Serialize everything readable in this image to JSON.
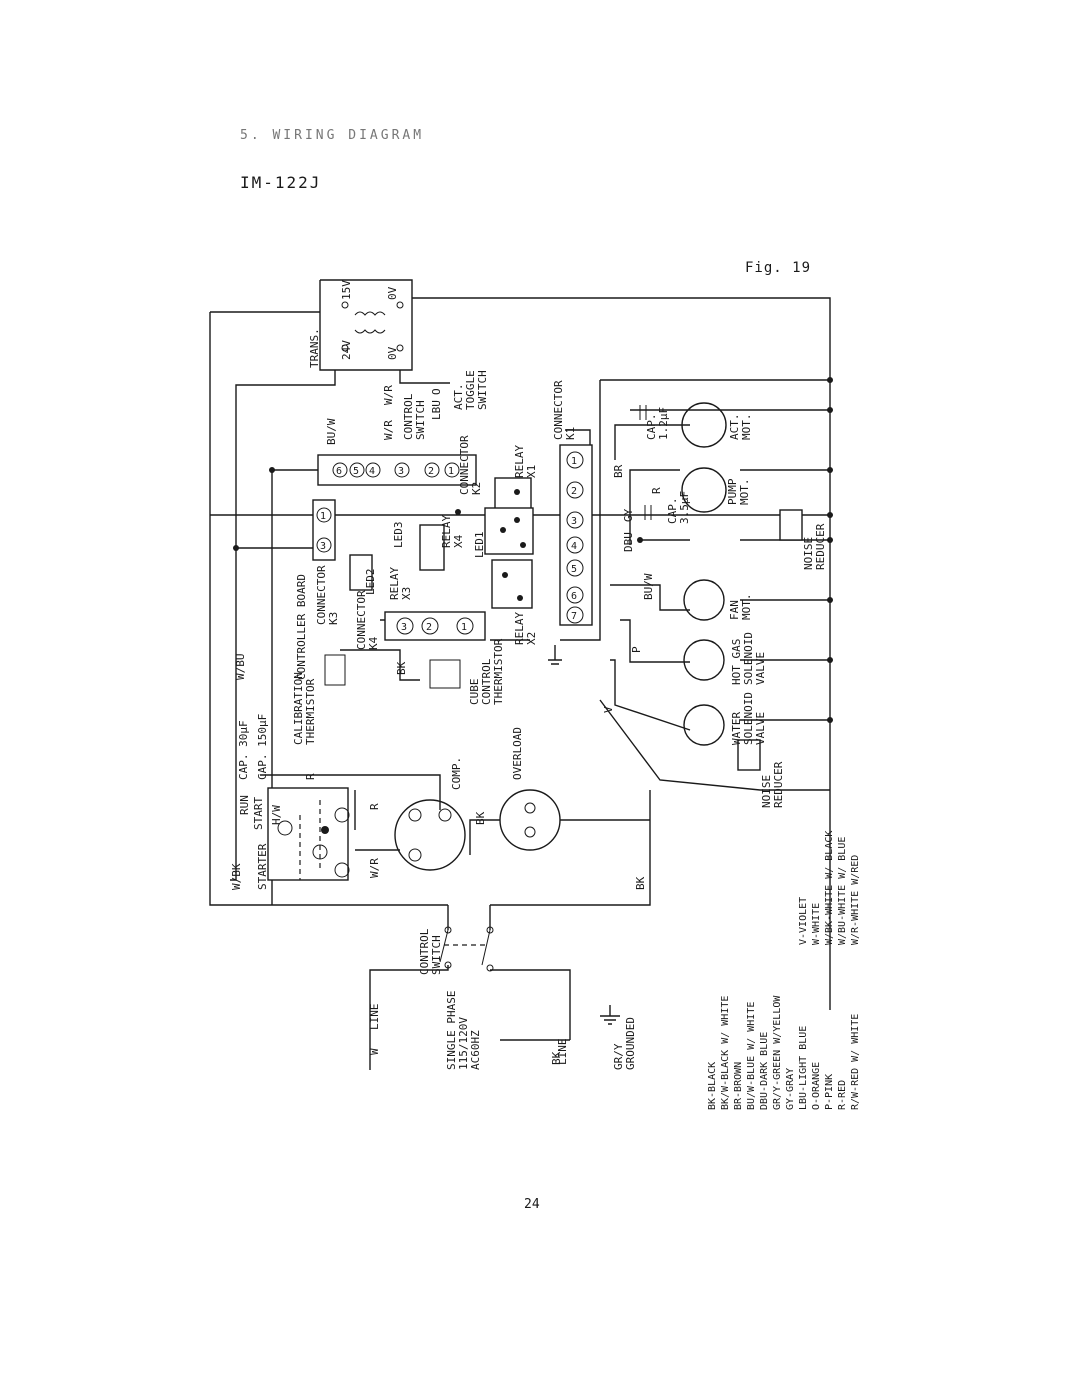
{
  "header": {
    "section_heading": "5. WIRING DIAGRAM",
    "model": "IM-122J",
    "figure": "Fig. 19",
    "page_number": "24"
  },
  "components": {
    "trans": "TRANS.",
    "v15": "15V",
    "v0a": "0V",
    "v24": "24V",
    "v0b": "0V",
    "bu_w_top": "BU/W",
    "w_r_1": "W/R",
    "w_r_2": "W/R",
    "w_r_3": "W/R",
    "control_switch_1": "CONTROL",
    "control_switch_2": "SWITCH",
    "lbu": "LBU",
    "o": "O",
    "act_toggle_1": "ACT.",
    "act_toggle_2": "TOGGLE",
    "act_toggle_3": "SWITCH",
    "connector_k1_1": "CONNECTOR",
    "connector_k1_2": "K1",
    "connector_k2_1": "CONNECTOR",
    "connector_k2_2": "K2",
    "relay_x1_1": "RELAY",
    "relay_x1_2": "X1",
    "relay_x4_1": "RELAY",
    "relay_x4_2": "X4",
    "relay_x3_1": "RELAY",
    "relay_x3_2": "X3",
    "relay_x2_1": "RELAY",
    "relay_x2_2": "X2",
    "led1": "LED1",
    "led2": "LED2",
    "led3": "LED3",
    "connector_k3_1": "CONNECTOR",
    "connector_k3_2": "K3",
    "connector_k4_1": "CONNECTOR",
    "connector_k4_2": "K4",
    "controller_board": "CONTROLLER BOARD",
    "calib_1": "CALIBRATION",
    "calib_2": "THERMISTOR",
    "cube_1": "CUBE",
    "cube_2": "CONTROL",
    "cube_3": "THERMISTOR",
    "bk_wire": "BK",
    "w_bu": "W/BU",
    "w_bk": "W/BK",
    "cap30": "CAP. 30µF",
    "cap150": "CAP. 150µF",
    "run": "RUN",
    "start": "START",
    "starter": "STARTER",
    "hw": "H/W",
    "r_1": "R",
    "r_2": "R",
    "r_3": "R",
    "comp": "COMP.",
    "overload": "OVERLOAD",
    "bk_2": "BK",
    "bk_3": "BK",
    "br": "BR",
    "gy": "GY",
    "dbu": "DBU",
    "bu_w_2": "BU/W",
    "p": "P",
    "v": "V",
    "cap12_1": "CAP.",
    "cap12_2": "1.2µF",
    "cap35_1": "CAP.",
    "cap35_2": "3.5µF",
    "act_mot_1": "ACT.",
    "act_mot_2": "MOT.",
    "pump_1": "PUMP",
    "pump_2": "MOT.",
    "noise1_1": "NOISE",
    "noise1_2": "REDUCER",
    "fan_1": "FAN",
    "fan_2": "MOT.",
    "hotgas_1": "HOT GAS",
    "hotgas_2": "SOLENOID",
    "hotgas_3": "VALVE",
    "water_1": "WATER",
    "water_2": "SOLENOID",
    "water_3": "VALVE",
    "noise2_1": "NOISE",
    "noise2_2": "REDUCER",
    "ctrl_sw_1": "CONTROL",
    "ctrl_sw_2": "SWITCH",
    "line_1": "LINE",
    "line_2": "LINE",
    "w_line": "W",
    "bk_line": "BK",
    "phase_1": "SINGLE PHASE",
    "phase_2": "115/120V",
    "phase_3": "AC60HZ",
    "gr_1": "GR/Y",
    "gr_2": "GROUNDED"
  },
  "legend": [
    "BK-BLACK",
    "BK/W-BLACK W/ WHITE",
    "BR-BROWN",
    "BU/W-BLUE W/ WHITE",
    "DBU-DARK BLUE",
    "GR/Y-GREEN W/YELLOW",
    "GY-GRAY",
    "LBU-LIGHT BLUE",
    "O-ORANGE",
    "P-PINK",
    "R-RED",
    "R/W-RED W/ WHITE",
    "V-VIOLET",
    "W-WHITE",
    "W/BK-WHITE W/ BLACK",
    "W/BU-WHITE W/ BLUE",
    "W/R-WHITE W/RED"
  ]
}
